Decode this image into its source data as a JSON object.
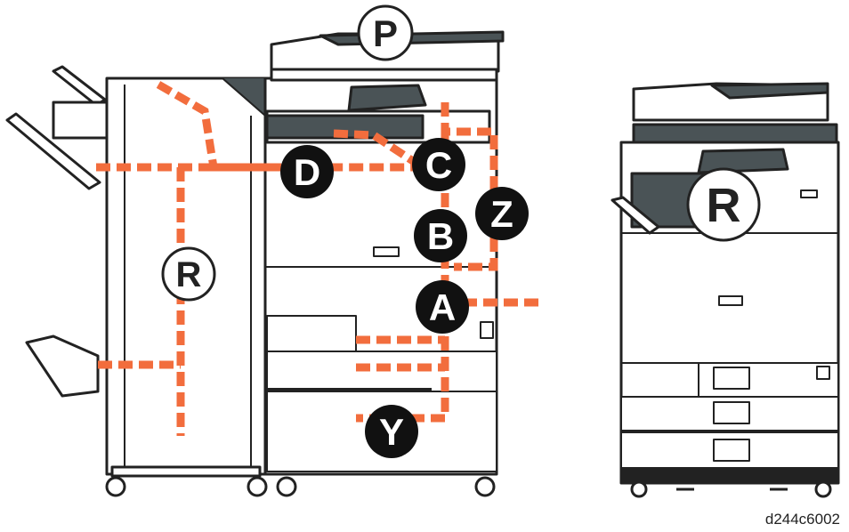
{
  "diagram": {
    "accent_color": "#f26d3d",
    "line_color": "#222222",
    "panel_color": "#4a5356",
    "labels": {
      "P": "P",
      "D": "D",
      "C": "C",
      "B": "B",
      "Z": "Z",
      "A": "A",
      "Y": "Y",
      "R_left": "R",
      "R_right": "R"
    },
    "caption": "d244c6002"
  }
}
